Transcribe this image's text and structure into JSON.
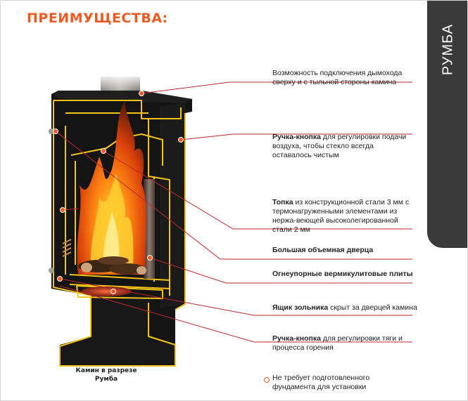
{
  "header": {
    "title": "ПРЕИМУЩЕСТВА:"
  },
  "side_tab": {
    "label": "РУМБА"
  },
  "features": [
    {
      "bold": "",
      "text": "Возможность подключения дымохода сверху и с тыльной стороны камина"
    },
    {
      "bold": "Ручка-кнопка",
      "text": " для регулировки подачи воздуха, чтобы стекло всегда оставалось чистым"
    },
    {
      "bold": "Топка",
      "text": " из конструкционной стали 3 мм с термонагруженными элементами из нержа-веющей высоколегированной стали 2 мм"
    },
    {
      "bold": "Большая объемная дверца",
      "text": ""
    },
    {
      "bold": "Огнеупорные вермикулитовые плиты",
      "text": ""
    },
    {
      "bold": "Ящик зольника",
      "text": " скрыт за дверцей камина"
    },
    {
      "bold": "Ручка-кнопка",
      "text": " для регулировки тяги и процесса горения"
    }
  ],
  "caption": {
    "line1": "Камин в разрезе",
    "line2": "Румба"
  },
  "note": "Не требует подготовленного фундамента для установки",
  "colors": {
    "accent": "#ef5a23",
    "outline": "#f2c318",
    "body": "#141414",
    "tab": "#3a3a3a",
    "leader": "#c1272d"
  }
}
